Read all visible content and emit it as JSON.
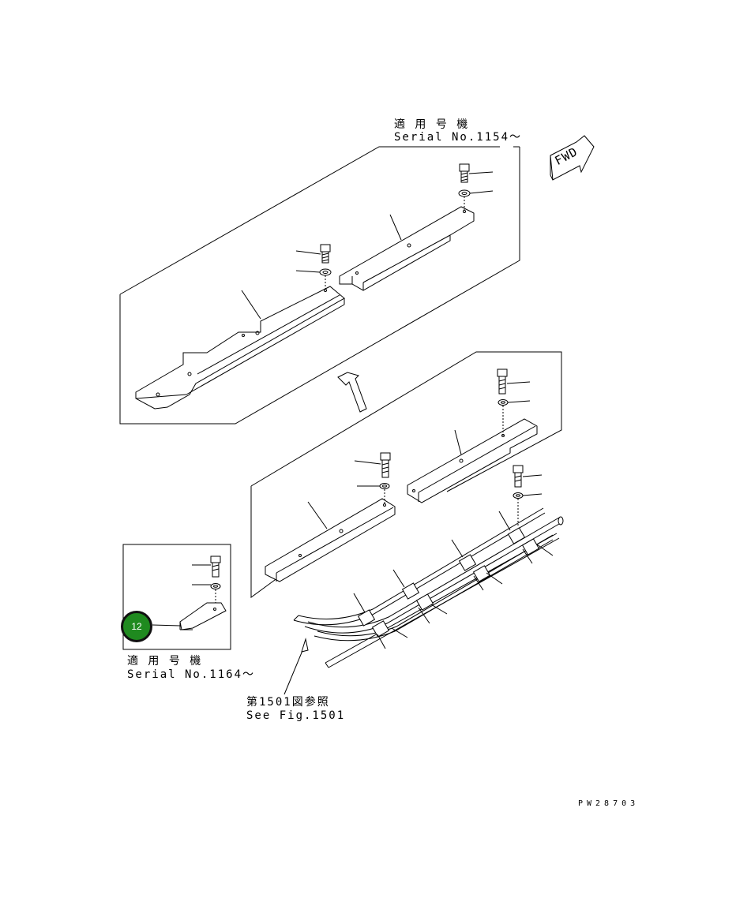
{
  "notes": {
    "top_serial_jp": "適 用 号 機",
    "top_serial_en": "Serial No.1154～",
    "inset_serial_jp": "適 用 号 機",
    "inset_serial_en": "Serial No.1164～",
    "ref_jp": "第1501図参照",
    "ref_en": "See Fig.1501"
  },
  "fwd_label": "FWD",
  "drawing_code": "PW28703",
  "callout": {
    "number": "12",
    "color": "#1f8a1f"
  }
}
